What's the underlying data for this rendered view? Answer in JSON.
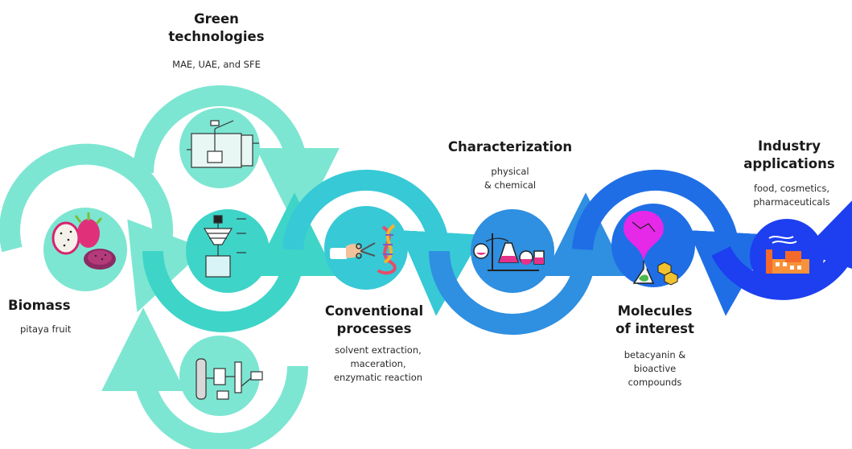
{
  "stages": {
    "green": {
      "title_l1": "Green",
      "title_l2": "technologies",
      "desc": "MAE, UAE, and SFE"
    },
    "biomass": {
      "title": "Biomass",
      "desc": "pitaya fruit"
    },
    "conventional": {
      "title_l1": "Conventional",
      "title_l2": "processes",
      "desc_l1": "solvent extraction,",
      "desc_l2": "maceration,",
      "desc_l3": "enzymatic reaction"
    },
    "characterization": {
      "title": "Characterization",
      "desc_l1": "physical",
      "desc_l2": "& chemical"
    },
    "molecules": {
      "title_l1": "Molecules",
      "title_l2": "of interest",
      "desc_l1": "betacyanin &",
      "desc_l2": "bioactive",
      "desc_l3": "compounds"
    },
    "industry": {
      "title_l1": "Industry",
      "title_l2": "applications",
      "desc_l1": "food, cosmetics,",
      "desc_l2": "pharmaceuticals"
    }
  },
  "colors": {
    "mint": "#7de6d2",
    "aqua": "#3fd4c8",
    "teal": "#37c9d6",
    "sky": "#35b8ea",
    "blue": "#2f8fe0",
    "royal": "#1f6ee6",
    "deep": "#1d3ff0"
  },
  "icons": [
    "pitaya-fruit-icon",
    "mae-apparatus-icon",
    "uae-apparatus-icon",
    "sfe-apparatus-icon",
    "dna-scissors-icon",
    "lab-glassware-icon",
    "molecule-flask-icon",
    "factory-icon"
  ]
}
